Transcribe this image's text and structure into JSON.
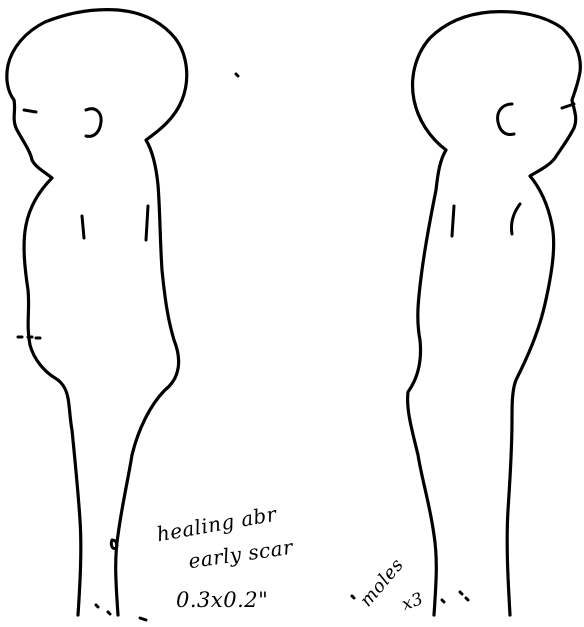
{
  "annotations": {
    "scar_line1": "healing abr",
    "scar_line2": "early scar",
    "scar_size": "0.3x0.2\"",
    "mole_line1": "moles",
    "mole_line2": "x3"
  },
  "colors": {
    "ink": "#000000",
    "background": "#ffffff"
  }
}
